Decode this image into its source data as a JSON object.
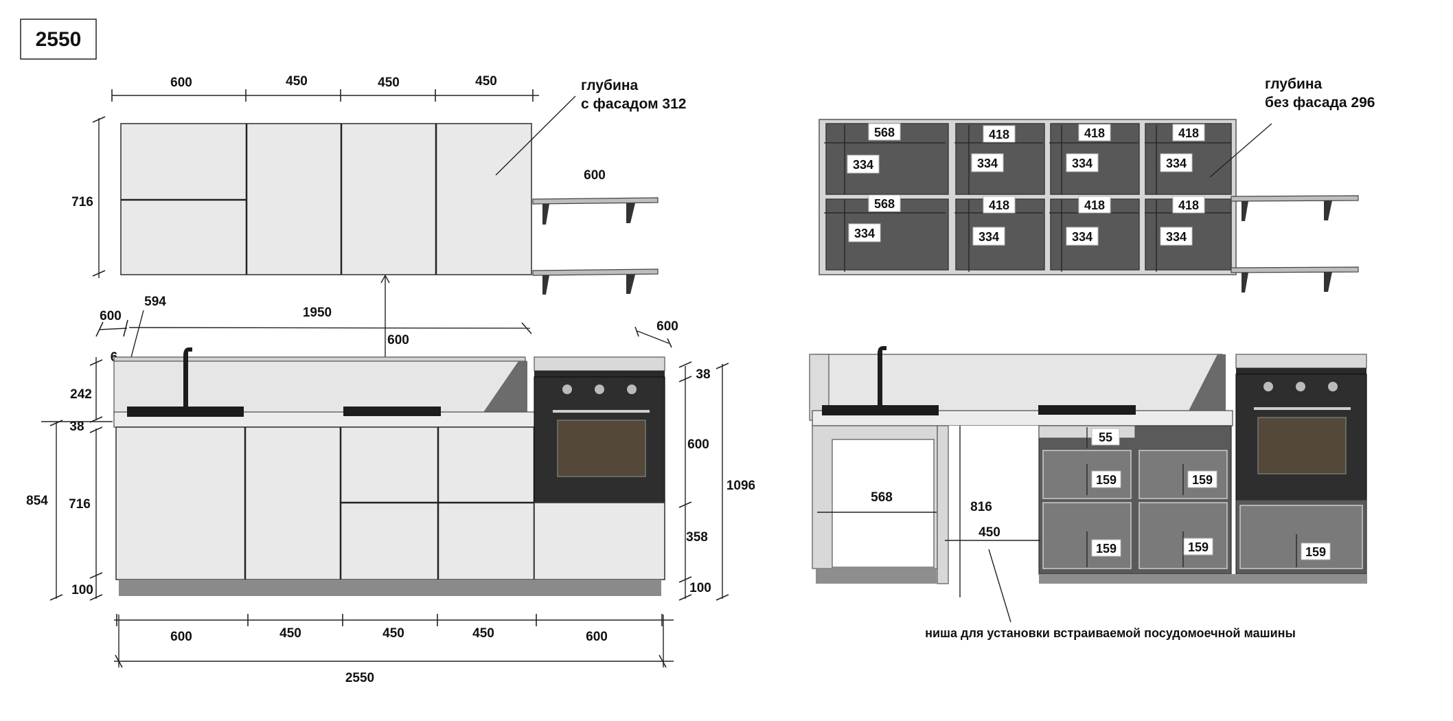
{
  "title": "2550",
  "upper_left": {
    "widths": [
      "600",
      "450",
      "450",
      "450"
    ],
    "height": "716",
    "depth_note_1": "глубина",
    "depth_note_2": "с фасадом 312",
    "shelf_width": "600"
  },
  "middle_left": {
    "d600": "600",
    "d594": "594",
    "d1950": "1950",
    "d6": "6",
    "gap600": "600",
    "d242": "242",
    "d38": "38",
    "d854": "854",
    "d716": "716",
    "d100": "100",
    "oven_depth": "600"
  },
  "right_column_dims": {
    "d38": "38",
    "d600": "600",
    "d358": "358",
    "d100": "100",
    "d1096": "1096"
  },
  "bottom_left": {
    "widths": [
      "600",
      "450",
      "450",
      "450",
      "600"
    ],
    "total": "2550"
  },
  "upper_right": {
    "depth_note_1": "глубина",
    "depth_note_2": "без фасада 296",
    "inner_widths": [
      "568",
      "418",
      "418",
      "418",
      "568",
      "418",
      "418",
      "418"
    ],
    "inner_heights": [
      "334",
      "334",
      "334",
      "334",
      "334",
      "334",
      "334",
      "334"
    ]
  },
  "lower_right": {
    "d568": "568",
    "d816": "816",
    "d450": "450",
    "d55": "55",
    "d159": [
      "159",
      "159",
      "159",
      "159",
      "159"
    ],
    "niche_note": "ниша для установки встраиваемой посудомоечной машины"
  },
  "colors": {
    "facade": "#e9e9e9",
    "interior": "#585858",
    "line": "#222222"
  }
}
